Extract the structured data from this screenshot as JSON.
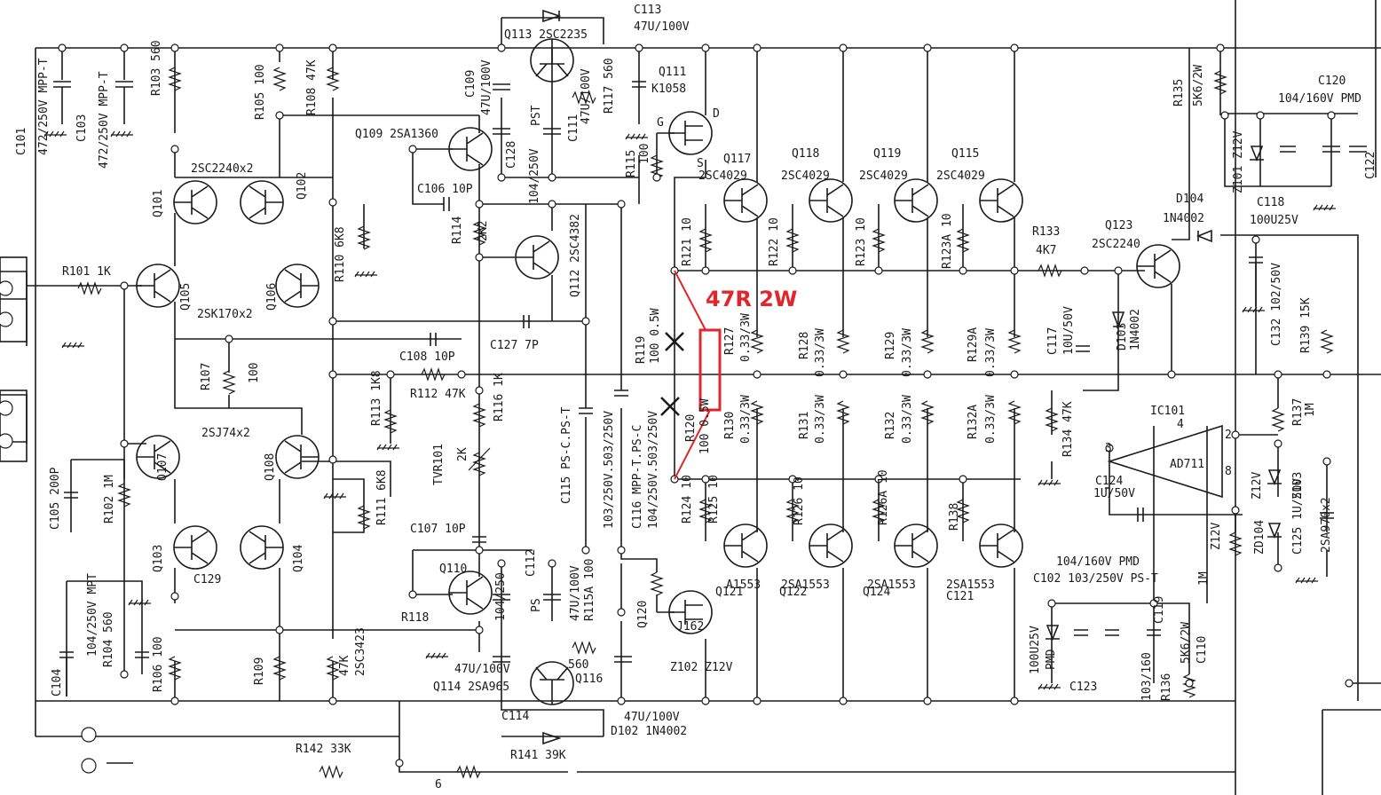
{
  "colors": {
    "ink": "#1a1a1a",
    "annotation": "#e0262b",
    "background": "#ffffff"
  },
  "annotation": {
    "note": "47R 2W"
  },
  "labels": [
    "C101",
    "472/250V MPP-T",
    "C103",
    "472/250V MPP-T",
    "R103 560",
    "R105 100",
    "R108 47K",
    "Q113 2SC2235",
    "C113",
    "47U/100V",
    "C109",
    "47U/100V",
    "R117 560",
    "Q111",
    "K1058",
    "D",
    "G",
    "S",
    "Q109 2SA1360",
    "C128",
    "104/250V",
    "PST",
    "C111",
    "47U/100V",
    "R115",
    "100",
    "2SC2240x2",
    "Q101",
    "Q102",
    "C106 10P",
    "R114",
    "2K2",
    "R110 6K8",
    "Q112 2SC4382",
    "Q117",
    "2SC4029",
    "Q118",
    "2SC4029",
    "Q119",
    "2SC4029",
    "Q115",
    "2SC4029",
    "R121 10",
    "R122 10",
    "R123 10",
    "R123A 10",
    "R133",
    "4K7",
    "Q123",
    "2SC2240",
    "D104",
    "1N4002",
    "R135",
    "5K6/2W",
    "C120",
    "104/160V PMD",
    "Z101 Z12V",
    "C118",
    "100U25V",
    "C122",
    "R101 1K",
    "Q105",
    "Q106",
    "2SK170x2",
    "C127 7P",
    "C108 10P",
    "R107",
    "100",
    "R119",
    "100 0.5W",
    "R127",
    "0.33/3W",
    "R128",
    "0.33/3W",
    "R129",
    "0.33/3W",
    "R129A",
    "0.33/3W",
    "C117",
    "10U/50V",
    "D103",
    "1N4002",
    "C132 102/50V",
    "R139 15K",
    "R113 1K8",
    "R112 47K",
    "R116 1K",
    "C115 PS-C.PS-T",
    "103/250V.503/250V",
    "C116 MPP-T.PS-C",
    "104/250V.503/250V",
    "R120",
    "100 0.5W",
    "R130",
    "0.33/3W",
    "R131",
    "0.33/3W",
    "R132",
    "0.33/3W",
    "R132A",
    "0.33/3W",
    "R134 47K",
    "IC101",
    "AD711",
    "R137",
    "1M",
    "2SJ74x2",
    "Q107",
    "Q108",
    "TVR101",
    "2K",
    "C105 200P",
    "R102 1M",
    "R111 6K8",
    "C107 10P",
    "C124",
    "1U/50V",
    "Z12V",
    "Z103",
    "Q103",
    "Q104",
    "Q110",
    "R124 10",
    "R125 10",
    "R126 10",
    "R126A 10",
    "R138",
    "1M",
    "Z12V",
    "ZD104",
    "C125 1U/50V",
    "2SA970x2",
    "C129",
    "104/250",
    "PS",
    "C112",
    "47U/100V",
    "R115A 100",
    "Q120",
    "A1553",
    "Q121",
    "2SA1553",
    "Q122",
    "2SA1553",
    "Q124",
    "2SA1553",
    "C121",
    "104/160V PMD",
    "C102 103/250V PS-T",
    "C104",
    "104/250V MPT",
    "R104 560",
    "R106 100",
    "R109",
    "47K",
    "2SC3423",
    "R118",
    "560",
    "Q116",
    "J162",
    "Z102 Z12V",
    "100U25V",
    "PMD",
    "C119",
    "C123",
    "103/160",
    "R136",
    "5K6/2W",
    "C110",
    "47U/100V",
    "Q114 2SA965",
    "C114",
    "47U/100V",
    "D102 1N4002",
    "R141 39K",
    "R142 33K",
    "6",
    "3",
    "2",
    "8",
    "4"
  ]
}
